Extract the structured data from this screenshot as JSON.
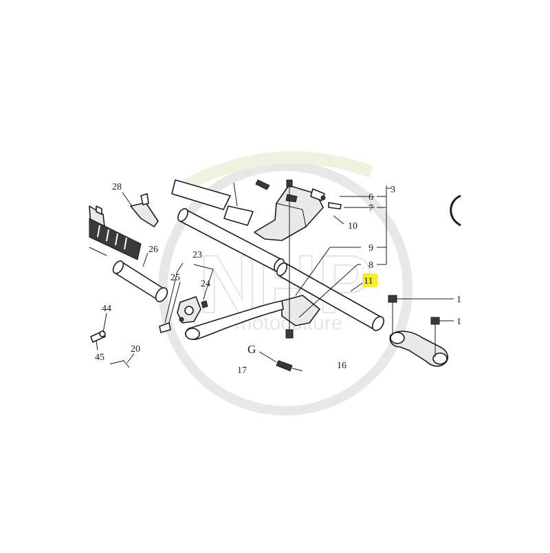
{
  "watermark": {
    "brand": "NHP",
    "tagline": "motoculture"
  },
  "highlight_color": "#f5ee2c",
  "labels": {
    "l1a": "1",
    "l1b": "1",
    "l3": "3",
    "l6": "6",
    "l7": "7",
    "l8": "8",
    "l9": "9",
    "l10": "10",
    "l11": "11",
    "l16": "16",
    "l17": "17",
    "l20": "20",
    "l23": "23",
    "l24": "24",
    "l25": "25",
    "l26": "26",
    "l28": "28",
    "l44": "44",
    "l45": "45",
    "lG": "G"
  },
  "highlighted_label": "11"
}
